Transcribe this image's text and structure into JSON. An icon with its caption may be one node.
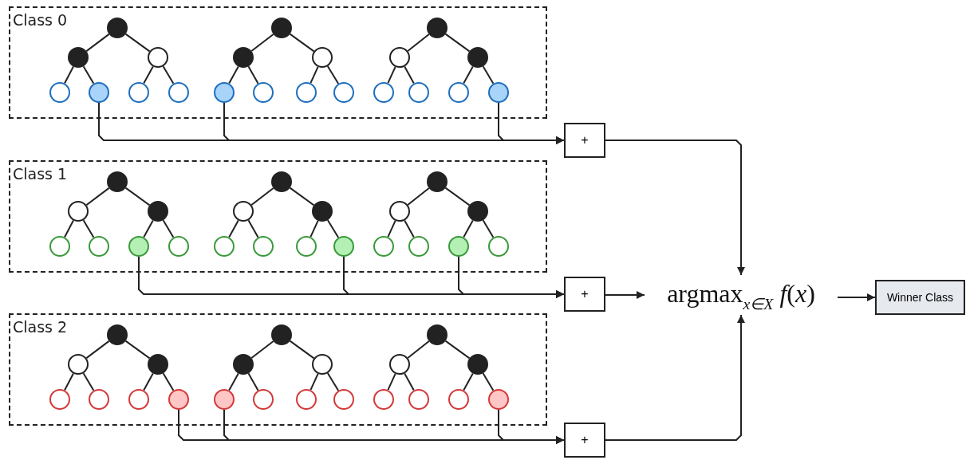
{
  "diagram": {
    "nodes": [
      {
        "text": [
          "Class 0"
        ]
      },
      {
        "text": [],
        "shape": "circle",
        "in": 0
      },
      {
        "text": [],
        "shape": "circle",
        "in": 0
      },
      {
        "text": [],
        "shape": "circle",
        "in": 0
      },
      {
        "text": [],
        "shape": "circle",
        "in": 0
      },
      {
        "text": [],
        "shape": "circle",
        "in": 0
      },
      {
        "text": [],
        "shape": "circle",
        "in": 0
      },
      {
        "text": [],
        "shape": "circle",
        "in": 0
      },
      {
        "text": [],
        "shape": "circle",
        "in": 0
      },
      {
        "text": [],
        "shape": "circle",
        "in": 0
      },
      {
        "text": [],
        "shape": "circle",
        "in": 0
      },
      {
        "text": [],
        "shape": "circle",
        "in": 0
      },
      {
        "text": [],
        "shape": "circle",
        "in": 0
      },
      {
        "text": [],
        "shape": "circle",
        "in": 0
      },
      {
        "text": [],
        "shape": "circle",
        "in": 0
      },
      {
        "text": [],
        "shape": "circle",
        "in": 0
      },
      {
        "text": [],
        "shape": "circle",
        "in": 0
      },
      {
        "text": [],
        "shape": "circle",
        "in": 0
      },
      {
        "text": [],
        "shape": "circle",
        "in": 0
      },
      {
        "text": [],
        "shape": "circle",
        "in": 0
      },
      {
        "text": [],
        "shape": "circle",
        "in": 0
      },
      {
        "text": [],
        "shape": "circle",
        "in": 0
      },
      {
        "text": [
          "Class 1"
        ]
      },
      {
        "text": [],
        "shape": "circle",
        "in": 22
      },
      {
        "text": [],
        "shape": "circle",
        "in": 22
      },
      {
        "text": [],
        "shape": "circle",
        "in": 22
      },
      {
        "text": [],
        "shape": "circle",
        "in": 22
      },
      {
        "text": [],
        "shape": "circle",
        "in": 22
      },
      {
        "text": [],
        "shape": "circle",
        "in": 22
      },
      {
        "text": [],
        "shape": "circle",
        "in": 22
      },
      {
        "text": [],
        "shape": "circle",
        "in": 22
      },
      {
        "text": [],
        "shape": "circle",
        "in": 22
      },
      {
        "text": [],
        "shape": "circle",
        "in": 22
      },
      {
        "text": [],
        "shape": "circle",
        "in": 22
      },
      {
        "text": [],
        "shape": "circle",
        "in": 22
      },
      {
        "text": [],
        "shape": "circle",
        "in": 22
      },
      {
        "text": [],
        "shape": "circle",
        "in": 22
      },
      {
        "text": [],
        "shape": "circle",
        "in": 22
      },
      {
        "text": [],
        "shape": "circle",
        "in": 22
      },
      {
        "text": [],
        "shape": "circle",
        "in": 22
      },
      {
        "text": [],
        "shape": "circle",
        "in": 22
      },
      {
        "text": [],
        "shape": "circle",
        "in": 22
      },
      {
        "text": [],
        "shape": "circle",
        "in": 22
      },
      {
        "text": [],
        "shape": "circle",
        "in": 22
      },
      {
        "text": [
          "Class 2"
        ]
      },
      {
        "text": [],
        "shape": "circle",
        "in": 44
      },
      {
        "text": [],
        "shape": "circle",
        "in": 44
      },
      {
        "text": [],
        "shape": "circle",
        "in": 44
      },
      {
        "text": [],
        "shape": "circle",
        "in": 44
      },
      {
        "text": [],
        "shape": "circle",
        "in": 44
      },
      {
        "text": [],
        "shape": "circle",
        "in": 44
      },
      {
        "text": [],
        "shape": "circle",
        "in": 44
      },
      {
        "text": [],
        "shape": "circle",
        "in": 44
      },
      {
        "text": [],
        "shape": "circle",
        "in": 44
      },
      {
        "text": [],
        "shape": "circle",
        "in": 44
      },
      {
        "text": [],
        "shape": "circle",
        "in": 44
      },
      {
        "text": [],
        "shape": "circle",
        "in": 44
      },
      {
        "text": [],
        "shape": "circle",
        "in": 44
      },
      {
        "text": [],
        "shape": "circle",
        "in": 44
      },
      {
        "text": [],
        "shape": "circle",
        "in": 44
      },
      {
        "text": [],
        "shape": "circle",
        "in": 44
      },
      {
        "text": [],
        "shape": "circle",
        "in": 44
      },
      {
        "text": [],
        "shape": "circle",
        "in": 44
      },
      {
        "text": [],
        "shape": "circle",
        "in": 44
      },
      {
        "text": [],
        "shape": "circle",
        "in": 44
      },
      {
        "text": [],
        "shape": "circle",
        "in": 44
      },
      {
        "text": [
          "+"
        ]
      },
      {
        "text": [
          "+"
        ]
      },
      {
        "text": [
          "+"
        ]
      },
      {
        "text": [
          "argmax$_{x∈X}$ *f*(*x*)"
        ]
      },
      {
        "text": [
          "Winner Class"
        ]
      }
    ],
    "edges": [
      {
        "from": 1,
        "to": 2,
        "arrow": "none"
      },
      {
        "from": 1,
        "to": 3,
        "arrow": "none"
      },
      {
        "from": 2,
        "to": 4,
        "arrow": "none"
      },
      {
        "from": 2,
        "to": 5,
        "arrow": "none"
      },
      {
        "from": 3,
        "to": 6,
        "arrow": "none"
      },
      {
        "from": 3,
        "to": 7,
        "arrow": "none"
      },
      {
        "from": 8,
        "to": 9,
        "arrow": "none"
      },
      {
        "from": 8,
        "to": 10,
        "arrow": "none"
      },
      {
        "from": 9,
        "to": 11,
        "arrow": "none"
      },
      {
        "from": 9,
        "to": 12,
        "arrow": "none"
      },
      {
        "from": 10,
        "to": 13,
        "arrow": "none"
      },
      {
        "from": 10,
        "to": 14,
        "arrow": "none"
      },
      {
        "from": 15,
        "to": 16,
        "arrow": "none"
      },
      {
        "from": 15,
        "to": 17,
        "arrow": "none"
      },
      {
        "from": 16,
        "to": 18,
        "arrow": "none"
      },
      {
        "from": 16,
        "to": 19,
        "arrow": "none"
      },
      {
        "from": 17,
        "to": 20,
        "arrow": "none"
      },
      {
        "from": 17,
        "to": 21,
        "arrow": "none"
      },
      {
        "from": 23,
        "to": 24,
        "arrow": "none"
      },
      {
        "from": 23,
        "to": 25,
        "arrow": "none"
      },
      {
        "from": 24,
        "to": 26,
        "arrow": "none"
      },
      {
        "from": 24,
        "to": 27,
        "arrow": "none"
      },
      {
        "from": 25,
        "to": 28,
        "arrow": "none"
      },
      {
        "from": 25,
        "to": 29,
        "arrow": "none"
      },
      {
        "from": 30,
        "to": 31,
        "arrow": "none"
      },
      {
        "from": 30,
        "to": 32,
        "arrow": "none"
      },
      {
        "from": 31,
        "to": 33,
        "arrow": "none"
      },
      {
        "from": 31,
        "to": 34,
        "arrow": "none"
      },
      {
        "from": 32,
        "to": 35,
        "arrow": "none"
      },
      {
        "from": 32,
        "to": 36,
        "arrow": "none"
      },
      {
        "from": 37,
        "to": 38,
        "arrow": "none"
      },
      {
        "from": 37,
        "to": 39,
        "arrow": "none"
      },
      {
        "from": 38,
        "to": 40,
        "arrow": "none"
      },
      {
        "from": 38,
        "to": 41,
        "arrow": "none"
      },
      {
        "from": 39,
        "to": 42,
        "arrow": "none"
      },
      {
        "from": 39,
        "to": 43,
        "arrow": "none"
      },
      {
        "from": 45,
        "to": 46,
        "arrow": "none"
      },
      {
        "from": 45,
        "to": 47,
        "arrow": "none"
      },
      {
        "from": 46,
        "to": 48,
        "arrow": "none"
      },
      {
        "from": 46,
        "to": 49,
        "arrow": "none"
      },
      {
        "from": 47,
        "to": 50,
        "arrow": "none"
      },
      {
        "from": 47,
        "to": 51,
        "arrow": "none"
      },
      {
        "from": 52,
        "to": 53,
        "arrow": "none"
      },
      {
        "from": 52,
        "to": 54,
        "arrow": "none"
      },
      {
        "from": 53,
        "to": 55,
        "arrow": "none"
      },
      {
        "from": 53,
        "to": 56,
        "arrow": "none"
      },
      {
        "from": 54,
        "to": 57,
        "arrow": "none"
      },
      {
        "from": 54,
        "to": 58,
        "arrow": "none"
      },
      {
        "from": 59,
        "to": 60,
        "arrow": "none"
      },
      {
        "from": 59,
        "to": 61,
        "arrow": "none"
      },
      {
        "from": 60,
        "to": 62,
        "arrow": "none"
      },
      {
        "from": 60,
        "to": 63,
        "arrow": "none"
      },
      {
        "from": 61,
        "to": 64,
        "arrow": "none"
      },
      {
        "from": 61,
        "to": 65,
        "arrow": "none"
      },
      {
        "from": 5,
        "to": 66,
        "arrow": "to"
      },
      {
        "from": 11,
        "to": 66,
        "arrow": "to"
      },
      {
        "from": 21,
        "to": 66,
        "arrow": "to"
      },
      {
        "from": 28,
        "to": 67,
        "arrow": "to"
      },
      {
        "from": 36,
        "to": 67,
        "arrow": "to"
      },
      {
        "from": 42,
        "to": 67,
        "arrow": "to"
      },
      {
        "from": 51,
        "to": 68,
        "arrow": "to"
      },
      {
        "from": 55,
        "to": 68,
        "arrow": "to"
      },
      {
        "from": 65,
        "to": 68,
        "arrow": "to"
      },
      {
        "from": 66,
        "to": 69,
        "arrow": "to"
      },
      {
        "from": 67,
        "to": 69,
        "arrow": "to"
      },
      {
        "from": 68,
        "to": 69,
        "arrow": "to"
      },
      {
        "from": 69,
        "to": 70,
        "arrow": "to"
      }
    ]
  }
}
